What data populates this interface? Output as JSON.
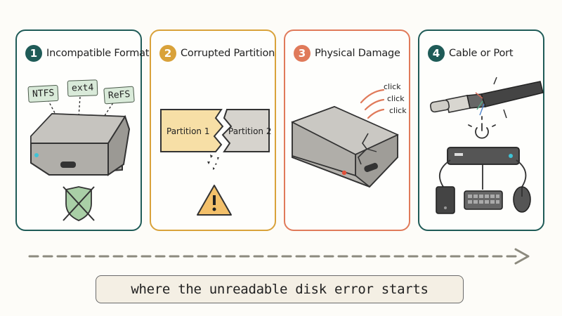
{
  "steps": [
    {
      "num": "1",
      "title": "Incompatible Format",
      "color": "#1f5b57",
      "tags": [
        "NTFS",
        "ext4",
        "ReFS"
      ]
    },
    {
      "num": "2",
      "title": "Corrupted Partition",
      "color": "#d9a23a",
      "left_label": "Partition 1",
      "right_label": "Partition 2"
    },
    {
      "num": "3",
      "title": "Physical Damage",
      "color": "#e07a5a",
      "sounds": [
        "click",
        "click",
        "click"
      ]
    },
    {
      "num": "4",
      "title": "Cable or Port",
      "color": "#1f5b57"
    }
  ],
  "caption": "where the unreadable disk error starts",
  "colors": {
    "arrow": "#8c8a7e",
    "drive": "#b5b3ae",
    "partition_left": "#f7dfa6",
    "partition_right": "#d6d3cd",
    "warning": "#f3c06a"
  }
}
